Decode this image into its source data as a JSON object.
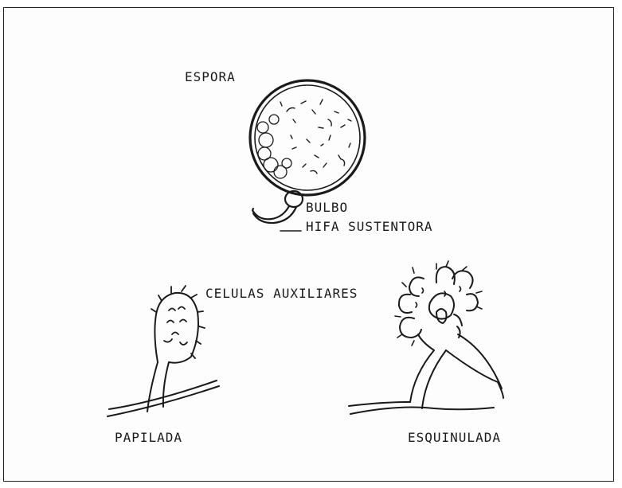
{
  "labels": {
    "spore": "ESPORA",
    "bulb": "BULBO",
    "subtending_hypha": "HIFA SUSTENTORA",
    "auxiliary_cells": "CELULAS AUXILIARES",
    "papillate": "PAPILADA",
    "echinulate": "ESQUINULADA"
  },
  "ink_color": "#1a1a1a"
}
